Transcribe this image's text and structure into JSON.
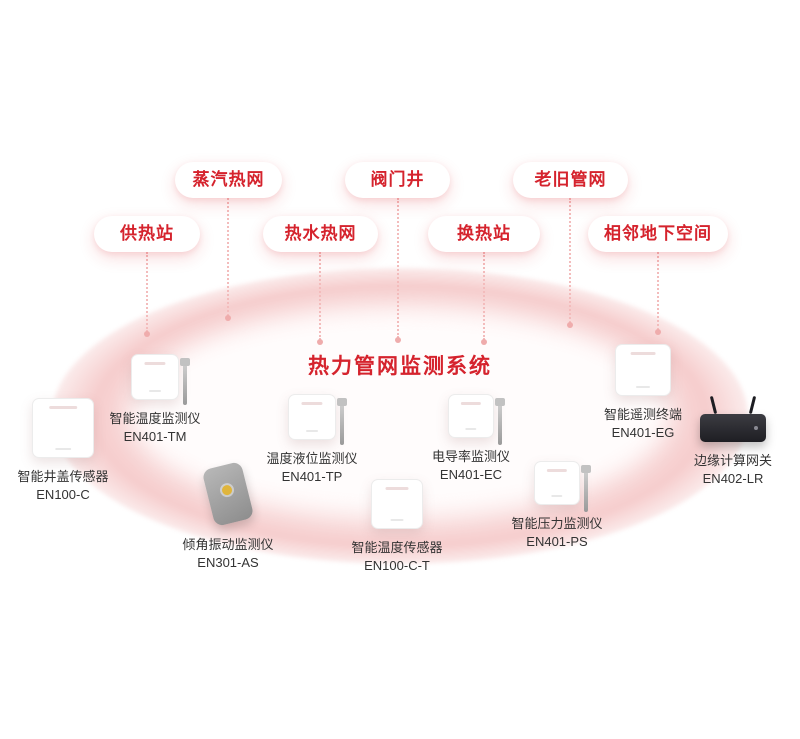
{
  "title": "热力管网监测系统",
  "pills": {
    "row1": [
      {
        "label": "蒸汽热网"
      },
      {
        "label": "阀门井"
      },
      {
        "label": "老旧管网"
      }
    ],
    "row2": [
      {
        "label": "供热站"
      },
      {
        "label": "热水热网"
      },
      {
        "label": "换热站"
      },
      {
        "label": "相邻地下空间"
      }
    ]
  },
  "devices": [
    {
      "name": "智能井盖传感器",
      "model": "EN100-C"
    },
    {
      "name": "智能温度监测仪",
      "model": "EN401-TM"
    },
    {
      "name": "温度液位监测仪",
      "model": "EN401-TP"
    },
    {
      "name": "倾角振动监测仪",
      "model": "EN301-AS"
    },
    {
      "name": "智能温度传感器",
      "model": "EN100-C-T"
    },
    {
      "name": "电导率监测仪",
      "model": "EN401-EC"
    },
    {
      "name": "智能压力监测仪",
      "model": "EN401-PS"
    },
    {
      "name": "智能遥测终端",
      "model": "EN401-EG"
    },
    {
      "name": "边缘计算网关",
      "model": "EN402-LR"
    }
  ],
  "colors": {
    "accent_red": "#d5232d",
    "ring_pink": "#f6cdcd",
    "connector_pink": "#f3bcbc"
  }
}
